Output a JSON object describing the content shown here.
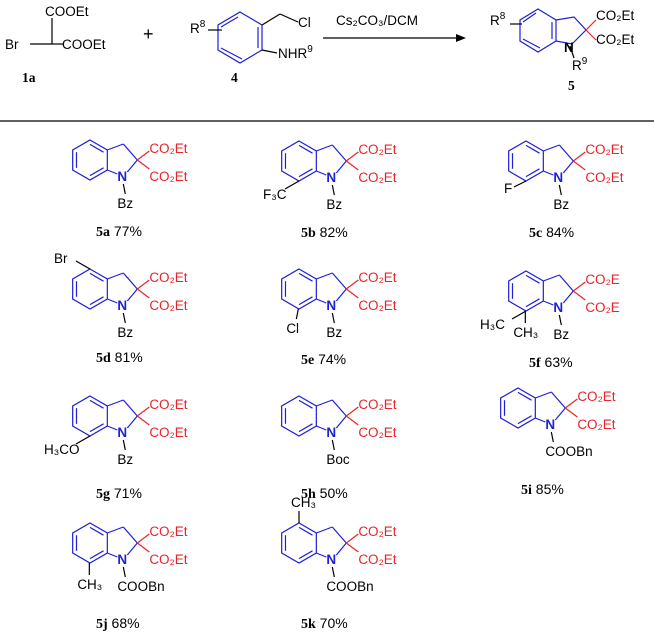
{
  "reaction": {
    "reactant_1": {
      "row1": "COOEt",
      "row2_left": "Br",
      "row2_right": "COOEt",
      "label": "1a"
    },
    "plus": "+",
    "reactant_2": {
      "r8": "R",
      "r8_sup": "8",
      "cl": "Cl",
      "nhr": "NHR",
      "nhr_sup": "9",
      "label": "4"
    },
    "conditions": "Cs₂CO₃/DCM",
    "product": {
      "r8": "R",
      "r8_sup": "8",
      "co2et_top": "CO₂Et",
      "co2et_bot": "CO₂Et",
      "n": "N",
      "r9": "R",
      "r9_sup": "9",
      "label": "5"
    }
  },
  "compounds": [
    {
      "id": "5a",
      "yield": "77%",
      "co2et_top": "CO₂Et",
      "co2et_bot": "CO₂Et",
      "n": "N",
      "n_sub": "Bz"
    },
    {
      "id": "5b",
      "yield": "82%",
      "co2et_top": "CO₂Et",
      "co2et_bot": "CO₂Et",
      "n": "N",
      "n_sub": "Bz",
      "ring_sub": "F₃C"
    },
    {
      "id": "5c",
      "yield": "84%",
      "co2et_top": "CO₂Et",
      "co2et_bot": "CO₂Et",
      "n": "N",
      "n_sub": "Bz",
      "ring_sub": "F"
    },
    {
      "id": "5d",
      "yield": "81%",
      "co2et_top": "CO₂Et",
      "co2et_bot": "CO₂Et",
      "n": "N",
      "n_sub": "Bz",
      "ring_sub": "Br"
    },
    {
      "id": "5e",
      "yield": "74%",
      "co2et_top": "CO₂Et",
      "co2et_bot": "CO₂Et",
      "n": "N",
      "n_sub": "Bz",
      "ring_sub": "Cl"
    },
    {
      "id": "5f",
      "yield": "63%",
      "co2et_top": "CO₂E",
      "co2et_bot": "CO₂E",
      "n": "N",
      "n_sub": "Bz",
      "ring_sub": "H₃C",
      "ring_sub2": "CH₃"
    },
    {
      "id": "5g",
      "yield": "71%",
      "co2et_top": "CO₂Et",
      "co2et_bot": "CO₂Et",
      "n": "N",
      "n_sub": "Bz",
      "ring_sub": "H₃CO"
    },
    {
      "id": "5h",
      "yield": "50%",
      "co2et_top": "CO₂Et",
      "co2et_bot": "CO₂Et",
      "n": "N",
      "n_sub": "Boc"
    },
    {
      "id": "5i",
      "yield": "85%",
      "co2et_top": "CO₂Et",
      "co2et_bot": "CO₂Et",
      "n": "N",
      "n_sub": "COOBn"
    },
    {
      "id": "5j",
      "yield": "68%",
      "co2et_top": "CO₂Et",
      "co2et_bot": "CO₂Et",
      "n": "N",
      "n_sub": "COOBn",
      "ring_sub": "CH₃"
    },
    {
      "id": "5k",
      "yield": "70%",
      "co2et_top": "CO₂Et",
      "co2et_bot": "CO₂Et",
      "n": "N",
      "n_sub": "COOBn",
      "ring_sub": "CH₃"
    }
  ],
  "colors": {
    "indoline": "#1f1fd8",
    "ester": "#e8242a",
    "bond": "#000000"
  }
}
